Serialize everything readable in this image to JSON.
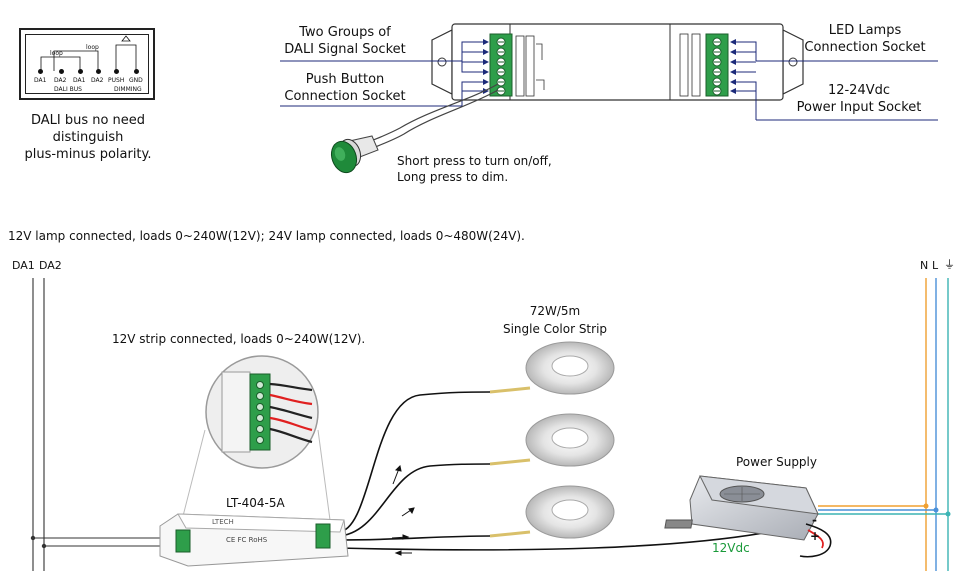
{
  "legend_box": {
    "loop_left": "loop",
    "loop_right": "loop",
    "terminals": [
      "DA1",
      "DA2",
      "DA1",
      "DA2",
      "PUSH",
      "GND"
    ],
    "group_dali": "DALI BUS",
    "group_dimming": "DIMMING"
  },
  "notes": {
    "polarity": [
      "DALI bus no need",
      "distinguish",
      "plus-minus polarity."
    ],
    "press": [
      "Short press to turn on/off,",
      "Long press to dim."
    ],
    "loads_general": "12V lamp connected, loads 0~240W(12V); 24V lamp connected, loads 0~480W(24V).",
    "loads_strip": "12V strip connected, loads 0~240W(12V)."
  },
  "callouts": {
    "dali_socket": [
      "Two Groups of",
      "DALI Signal Socket"
    ],
    "push_socket": [
      "Push Button",
      "Connection Socket"
    ],
    "led_socket": [
      "LED Lamps",
      "Connection Socket"
    ],
    "power_socket": [
      "12-24Vdc",
      "Power Input Socket"
    ]
  },
  "wiring": {
    "bus_labels": [
      "DA1",
      "DA2"
    ],
    "mains_labels": [
      "N",
      "L",
      "⏚"
    ],
    "strip_spec": [
      "72W/5m",
      "Single Color Strip"
    ],
    "controller_model": "LT-404-5A",
    "controller_label": "LTECH",
    "controller_marks": "CE FC RoHS",
    "power_supply": "Power Supply",
    "voltage": "12Vdc",
    "psu_minus": "-",
    "psu_plus": "+"
  },
  "colors": {
    "mains_n": "#4a90d9",
    "mains_l": "#f0a030",
    "mains_ground": "#3cb4b4",
    "wire_red": "#e02020",
    "wire_green": "#1a9a3a",
    "button_green": "#1f8a3a",
    "terminal_green": "#2e9e4a"
  }
}
